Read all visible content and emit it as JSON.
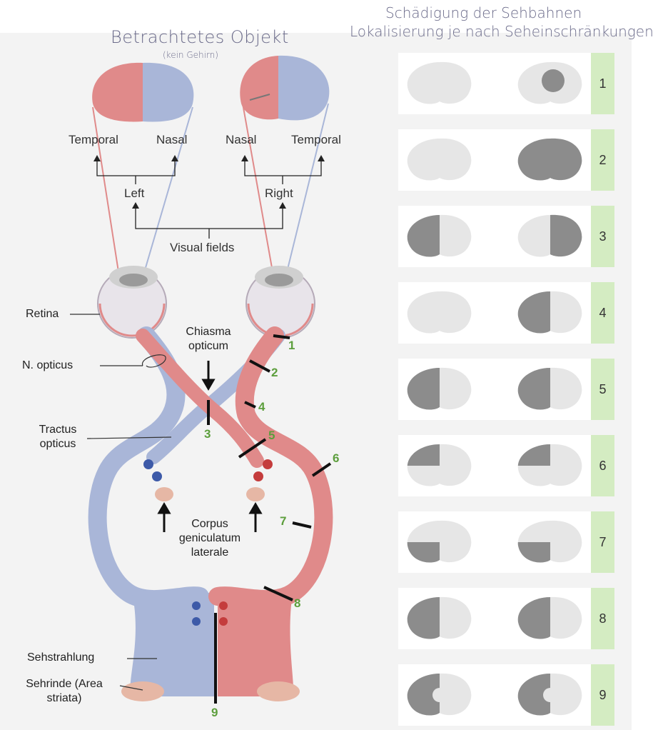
{
  "header": {
    "handwritten_left": "Betrachtetes Objekt",
    "handwritten_left_sub": "(kein Gehirn)",
    "handwritten_right_line1": "Schädigung  der  Sehbahnen",
    "handwritten_right_line2": "Lokalisierung je nach  Seheinschränkungen"
  },
  "labels": {
    "temporal_left": "Temporal",
    "nasal_left": "Nasal",
    "nasal_right": "Nasal",
    "temporal_right": "Temporal",
    "left": "Left",
    "right": "Right",
    "visual_fields": "Visual fields",
    "retina": "Retina",
    "n_opticus": "N. opticus",
    "chiasma_l1": "Chiasma",
    "chiasma_l2": "opticum",
    "tractus_l1": "Tractus",
    "tractus_l2": "opticus",
    "cgl_l1": "Corpus",
    "cgl_l2": "geniculatum",
    "cgl_l3": "laterale",
    "sehstrahlung": "Sehstrahlung",
    "sehrinde_l1": "Sehrinde (Area",
    "sehrinde_l2": "striata)"
  },
  "lesion_numbers": [
    "1",
    "2",
    "3",
    "4",
    "5",
    "6",
    "7",
    "8",
    "9"
  ],
  "deficits": [
    {
      "n": "1",
      "left": "none",
      "right": "central-scotoma"
    },
    {
      "n": "2",
      "left": "none",
      "right": "full"
    },
    {
      "n": "3",
      "left": "left-half",
      "right": "right-half"
    },
    {
      "n": "4",
      "left": "none",
      "right": "left-half"
    },
    {
      "n": "5",
      "left": "left-half",
      "right": "left-half"
    },
    {
      "n": "6",
      "left": "upper-left-quadrant",
      "right": "upper-left-quadrant"
    },
    {
      "n": "7",
      "left": "lower-left-quadrant",
      "right": "lower-left-quadrant"
    },
    {
      "n": "8",
      "left": "left-half",
      "right": "left-half"
    },
    {
      "n": "9",
      "left": "left-half-macular-sparing",
      "right": "left-half-macular-sparing"
    }
  ],
  "colors": {
    "blue_path": "#a9b6d8",
    "red_path": "#e08a8a",
    "deficit_dark": "#8c8c8c",
    "field_light": "#e6e6e6",
    "number_green": "#5c9e3c",
    "tab_green": "#d4ecc2"
  }
}
